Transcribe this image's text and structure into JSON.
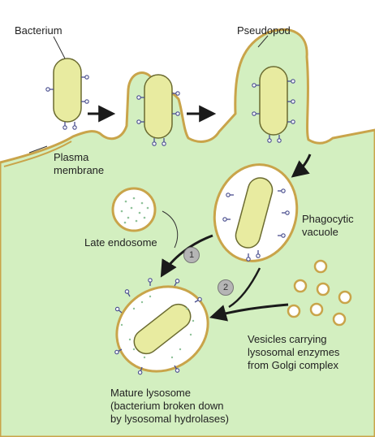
{
  "labels": {
    "bacterium": "Bacterium",
    "pseudopod": "Pseudopod",
    "plasma_membrane": [
      "Plasma",
      "membrane"
    ],
    "phagocytic_vacuole": [
      "Phagocytic",
      "vacuole"
    ],
    "late_endosome": "Late endosome",
    "vesicles": [
      "Vesicles carrying",
      "lysosomal enzymes",
      "from Golgi complex"
    ],
    "mature_lysosome": [
      "Mature lysosome",
      "(bacterium broken down",
      "by lysosomal hydrolases)"
    ]
  },
  "steps": [
    "1",
    "2"
  ],
  "colors": {
    "cytoplasm": "#d3efc0",
    "membrane": "#c9a44a",
    "bacterium": "#e8eba0",
    "receptor": "#4a4f8f",
    "endosome_dots": "#8fc29a",
    "arrow": "#1a1a1a"
  }
}
